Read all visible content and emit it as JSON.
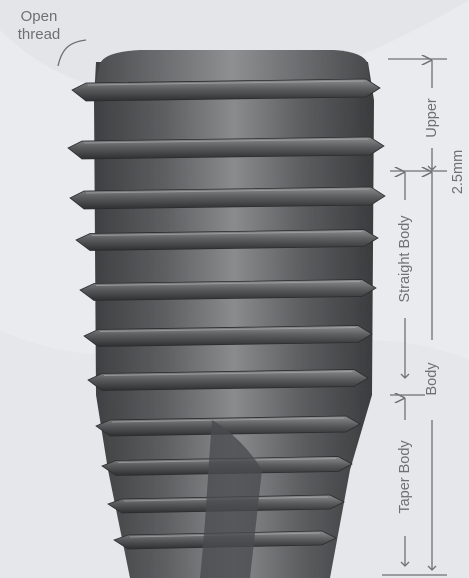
{
  "labels": {
    "open_thread": [
      "Open",
      "thread"
    ],
    "upper": "Upper",
    "dimension": "2.5mm",
    "straight_body": "Straight Body",
    "body": "Body",
    "taper_body": "Taper Body"
  },
  "colors": {
    "background": "#e9ebee",
    "metal_dark": "#3f4042",
    "metal_mid": "#6a6b6d",
    "metal_light": "#9a9b9d",
    "annotation": "#6f7072"
  }
}
